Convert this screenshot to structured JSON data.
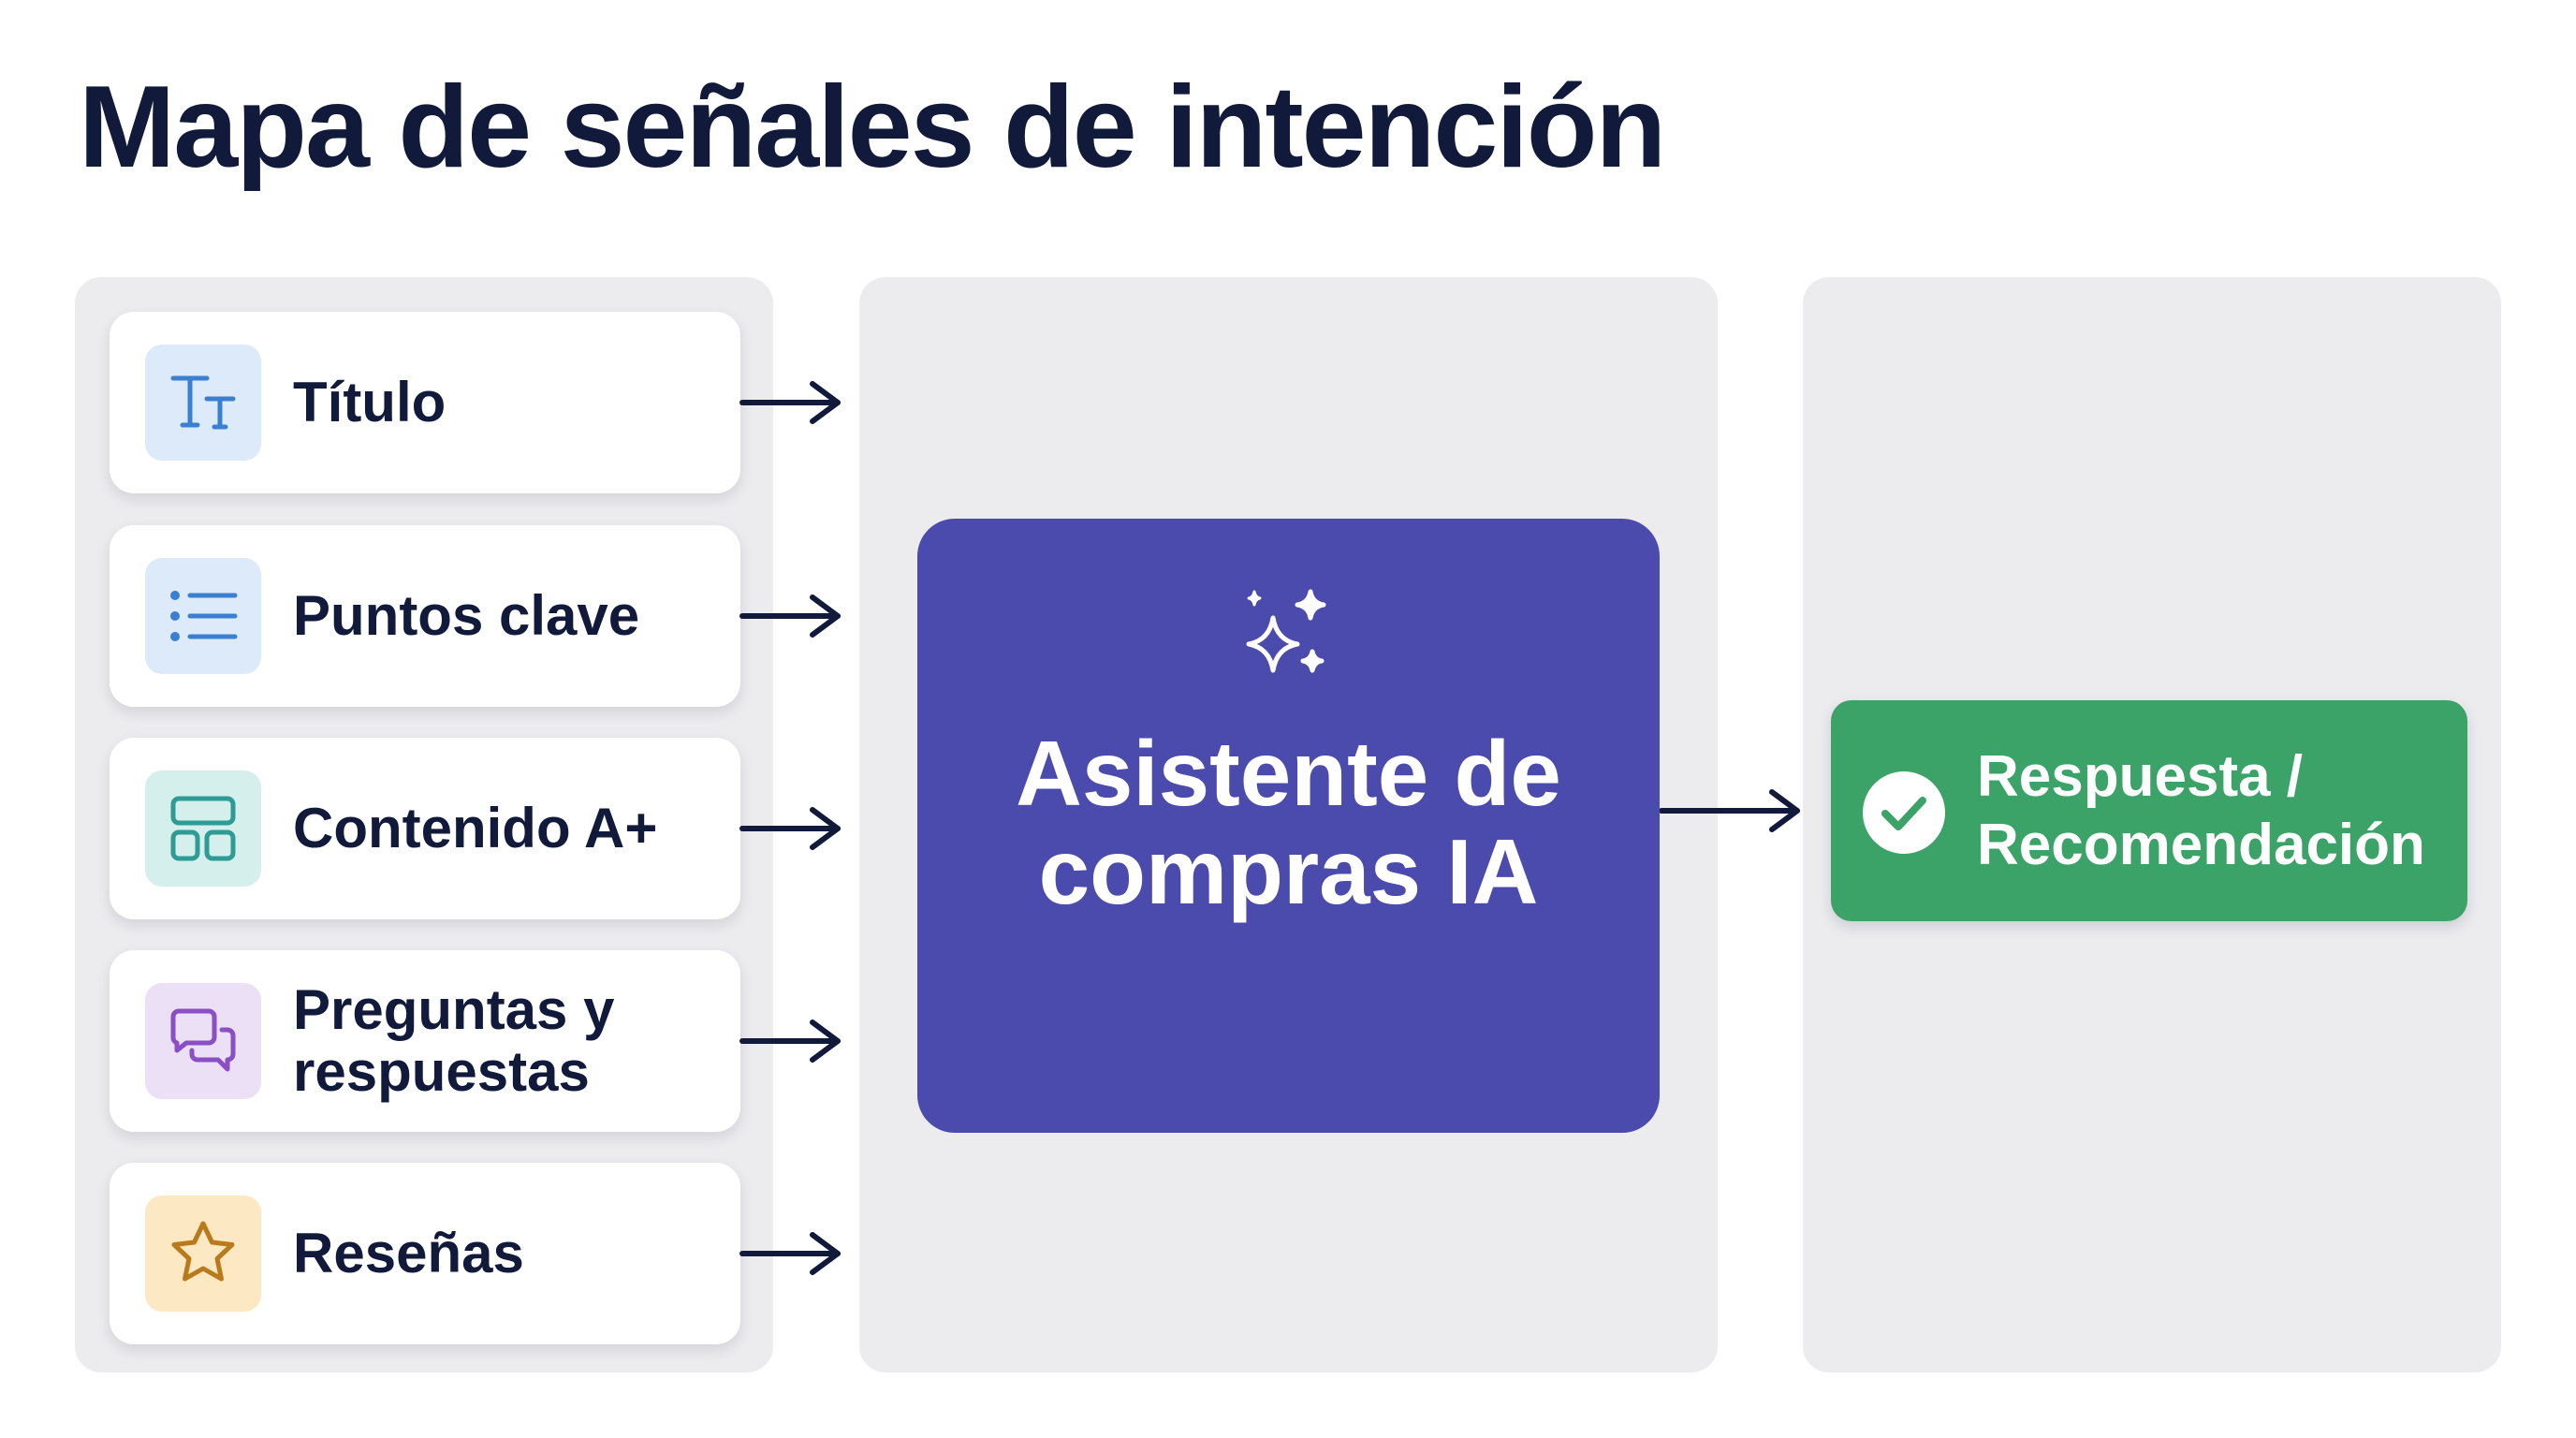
{
  "title": "Mapa de señales de intención",
  "signals": [
    {
      "label_lines": [
        "Título"
      ],
      "icon": "title-text-icon",
      "tile_color": "#dceaf9",
      "icon_color": "#3b7fd1"
    },
    {
      "label_lines": [
        "Puntos clave"
      ],
      "icon": "bullet-list-icon",
      "tile_color": "#dceaf9",
      "icon_color": "#3b7fd1"
    },
    {
      "label_lines": [
        "Contenido A+"
      ],
      "icon": "layout-blocks-icon",
      "tile_color": "#d4efec",
      "icon_color": "#2e9b94"
    },
    {
      "label_lines": [
        "Preguntas y",
        "respuestas"
      ],
      "icon": "chat-bubbles-icon",
      "tile_color": "#ece0f6",
      "icon_color": "#8a4fc4"
    },
    {
      "label_lines": [
        "Reseñas"
      ],
      "icon": "star-icon",
      "tile_color": "#fde8c4",
      "icon_color": "#b87a1a"
    }
  ],
  "assistant": {
    "label_lines": [
      "Asistente de",
      "compras IA"
    ],
    "icon": "sparkle-icon",
    "color": "#4b4aad"
  },
  "result": {
    "label_lines": [
      "Respuesta /",
      "Recomendación"
    ],
    "icon": "check-circle-icon",
    "color": "#3ba367"
  },
  "colors": {
    "title": "#111a3a",
    "panel": "#ececef",
    "arrow": "#111a3a"
  }
}
